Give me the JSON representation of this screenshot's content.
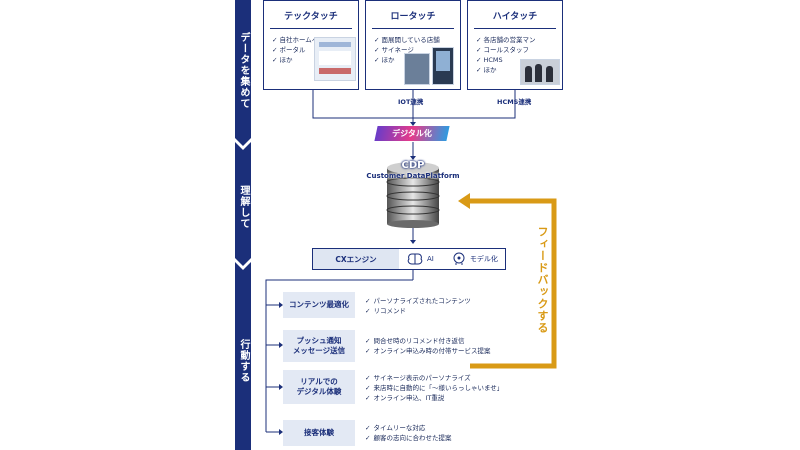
{
  "stages": [
    "データを集めて",
    "理解して",
    "行動する"
  ],
  "touch_boxes": [
    {
      "title": "テックタッチ",
      "items": [
        "自社ホームページ",
        "ポータル",
        "ほか"
      ]
    },
    {
      "title": "ロータッチ",
      "items": [
        "面展開している店舗",
        "サイネージ",
        "ほか"
      ]
    },
    {
      "title": "ハイタッチ",
      "items": [
        "各店舗の営業マン",
        "コールスタッフ",
        "HCMS",
        "ほか"
      ]
    }
  ],
  "connectors": {
    "iot": "IOT連携",
    "hcms": "HCMS連携"
  },
  "digitalize": "デジタル化",
  "cdp": {
    "title": "CDP",
    "subtitle": "Customer DataPlatform"
  },
  "cx": {
    "label": "CXエンジン",
    "ai": "AI",
    "model": "モデル化"
  },
  "feedback": "フィードバックする",
  "actions": [
    {
      "label": "コンテンツ最適化",
      "items": [
        "パーソナライズされたコンテンツ",
        "リコメンド"
      ]
    },
    {
      "label": "プッシュ通知\nメッセージ送信",
      "items": [
        "問合せ時のリコメンド付き返信",
        "オンライン申込み時の付帯サービス提案"
      ]
    },
    {
      "label": "リアルでの\nデジタル体験",
      "items": [
        "サイネージ表示のパーソナライズ",
        "来店時に自動的に「〜様いらっしゃいませ」",
        "オンライン申込、IT重説"
      ]
    },
    {
      "label": "接客体験",
      "items": [
        "タイムリーな対応",
        "顧客の志向に合わせた提案"
      ]
    }
  ],
  "colors": {
    "navy": "#1b2f7a",
    "feedback": "#d99a16",
    "action_bg": "#e3e9f4"
  }
}
